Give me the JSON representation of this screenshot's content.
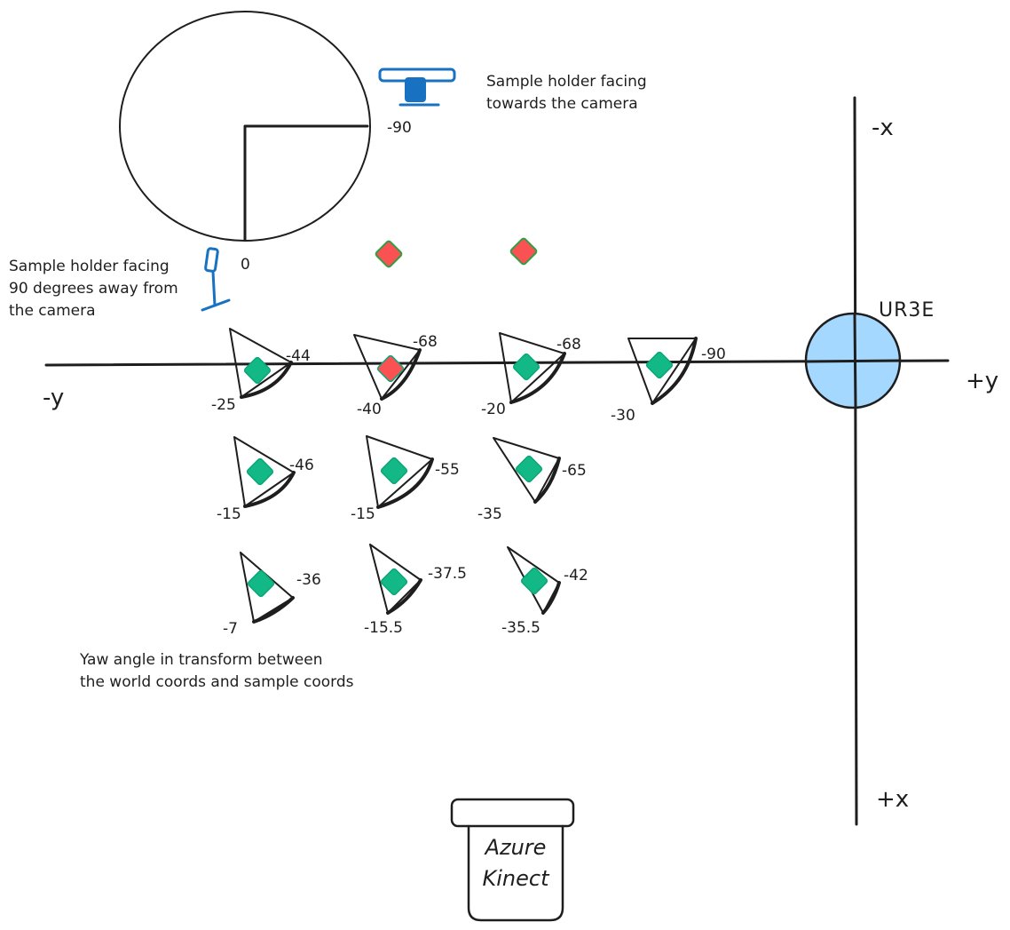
{
  "axes": {
    "neg_x": "-x",
    "pos_x": "+x",
    "neg_y": "-y",
    "pos_y": "+y"
  },
  "robot": {
    "label": "UR3E",
    "fill": "#a5d8ff",
    "stroke": "#1e1e1e"
  },
  "camera": {
    "line1": "Azure",
    "line2": "Kinect"
  },
  "legend": {
    "angle_90": "-90",
    "angle_0": "0",
    "facing_camera_line1": "Sample holder facing",
    "facing_camera_line2": "towards the camera",
    "facing_away_line1": "Sample holder facing",
    "facing_away_line2": "90 degrees away from",
    "facing_away_line3": "the camera",
    "holder_color": "#1971c2"
  },
  "caption": {
    "line1": "Yaw angle in transform between",
    "line2": "the world coords and sample coords"
  },
  "marker_colors": {
    "green": "#12b886",
    "red": "#fa5252"
  },
  "samples": [
    {
      "id": "r1c1",
      "angle_a": "-44",
      "angle_b": "-25",
      "marker": "green"
    },
    {
      "id": "r1c2",
      "angle_a": "-68",
      "angle_b": "-40",
      "marker": "red"
    },
    {
      "id": "r1c3",
      "angle_a": "-68",
      "angle_b": "-20",
      "marker": "green"
    },
    {
      "id": "r1c4",
      "angle_a": "-90",
      "angle_b": "-30",
      "marker": "green"
    },
    {
      "id": "r2c1",
      "angle_a": "-46",
      "angle_b": "-15",
      "marker": "green"
    },
    {
      "id": "r2c2",
      "angle_a": "-55",
      "angle_b": "-15",
      "marker": "green"
    },
    {
      "id": "r2c3",
      "angle_a": "-65",
      "angle_b": "-35",
      "marker": "green"
    },
    {
      "id": "r3c1",
      "angle_a": "-36",
      "angle_b": "-7",
      "marker": "green"
    },
    {
      "id": "r3c2",
      "angle_a": "-37.5",
      "angle_b": "-15.5",
      "marker": "green"
    },
    {
      "id": "r3c3",
      "angle_a": "-42",
      "angle_b": "-35.5",
      "marker": "green"
    }
  ],
  "extra_markers": [
    {
      "id": "red-1",
      "marker": "red"
    },
    {
      "id": "red-2",
      "marker": "red"
    }
  ]
}
